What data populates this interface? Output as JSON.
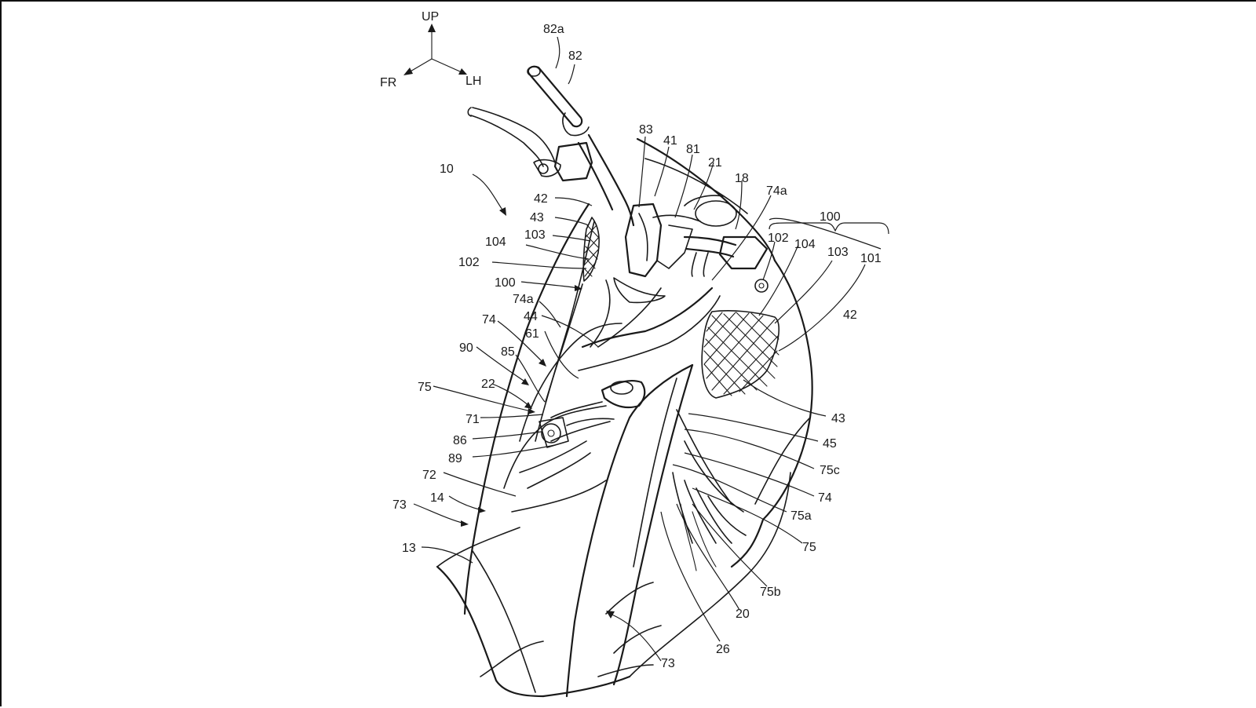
{
  "figure": {
    "orientation": {
      "up": "UP",
      "front": "FR",
      "left": "LH"
    },
    "labels": {
      "l82a": "82a",
      "l82": "82",
      "l83": "83",
      "l41": "41",
      "l81": "81",
      "l21": "21",
      "l18": "18",
      "l74a_top": "74a",
      "l100_right": "100",
      "l102_right": "102",
      "l104_right": "104",
      "l103_right": "103",
      "l101": "101",
      "l42_right": "42",
      "l43_right": "43",
      "l45": "45",
      "l75c": "75c",
      "l74_right": "74",
      "l75a": "75a",
      "l75_right": "75",
      "l75b": "75b",
      "l20": "20",
      "l26": "26",
      "l73_bottom": "73",
      "l10": "10",
      "l42_left": "42",
      "l43_left": "43",
      "l104_left": "104",
      "l103_left": "103",
      "l102_left": "102",
      "l100_left": "100",
      "l74a_left": "74a",
      "l44": "44",
      "l74_left": "74",
      "l61": "61",
      "l90": "90",
      "l85": "85",
      "l75_left": "75",
      "l22": "22",
      "l71": "71",
      "l86": "86",
      "l89": "89",
      "l72": "72",
      "l73_left": "73",
      "l14": "14",
      "l13": "13"
    }
  }
}
